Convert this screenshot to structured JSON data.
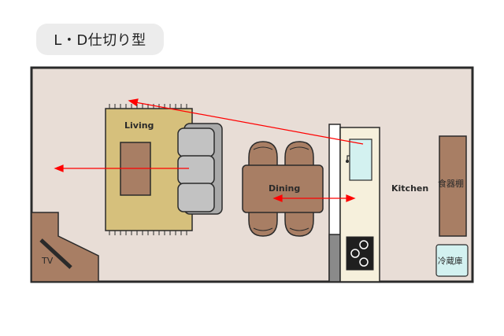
{
  "title": "L・D仕切り型",
  "rooms": {
    "living": "Living",
    "dining": "Dining",
    "kitchen": "Kitchen"
  },
  "furniture": {
    "tv": "TV",
    "cupboard": "食器棚",
    "fridge": "冷蔵庫"
  },
  "colors": {
    "floor": "#e8ddd6",
    "rug": "#d6c07c",
    "wood": "#a87e64",
    "sofa": "#b9b9b9",
    "kitchen_floor": "#f6f0dc",
    "arrow": "#ff0000",
    "sink": "#d3f1f0"
  }
}
